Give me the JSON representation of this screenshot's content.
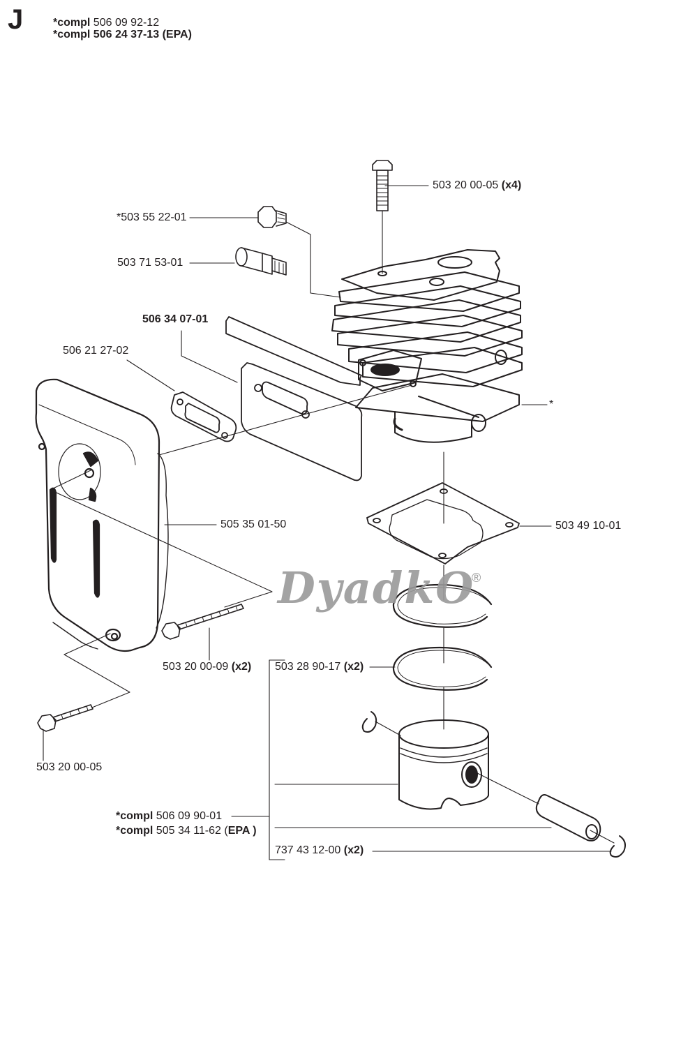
{
  "section": "J",
  "header": [
    {
      "prefix": "*compl",
      "part": "506 09 92-12",
      "suffix": "",
      "part_bold": false
    },
    {
      "prefix": "*compl",
      "part": "506 24 37-13",
      "suffix": "(EPA)",
      "part_bold": true
    }
  ],
  "watermark": {
    "text": "DyadkO",
    "reg": "®"
  },
  "labels": {
    "bolt_top": {
      "part": "503 20 00-05",
      "qty": "(x4)"
    },
    "plug": {
      "part": "*503 55 22-01"
    },
    "valve": {
      "part": "503 71 53-01"
    },
    "heat_shield": {
      "part": "506 34 07-01"
    },
    "muffler_gasket": {
      "part": "506 21 27-02"
    },
    "cylinder": {
      "part": "*"
    },
    "muffler": {
      "part": "505 35 01-50"
    },
    "base_gasket": {
      "part": "503 49 10-01"
    },
    "muffler_bolt_long": {
      "part": "503 20 00-09",
      "qty": "(x2)"
    },
    "piston_ring": {
      "part": "503 28 90-17",
      "qty": "(x2)"
    },
    "muffler_bolt_short": {
      "part": "503 20 00-05"
    },
    "piston_compl": {
      "prefix": "*compl",
      "part": "506 09 90-01"
    },
    "piston_compl_epa": {
      "prefix": "*compl",
      "part": "505 34 11-62 (",
      "suffix": "EPA",
      "close": " )"
    },
    "circlip": {
      "part": "737 43 12-00",
      "qty": "(x2)"
    }
  }
}
